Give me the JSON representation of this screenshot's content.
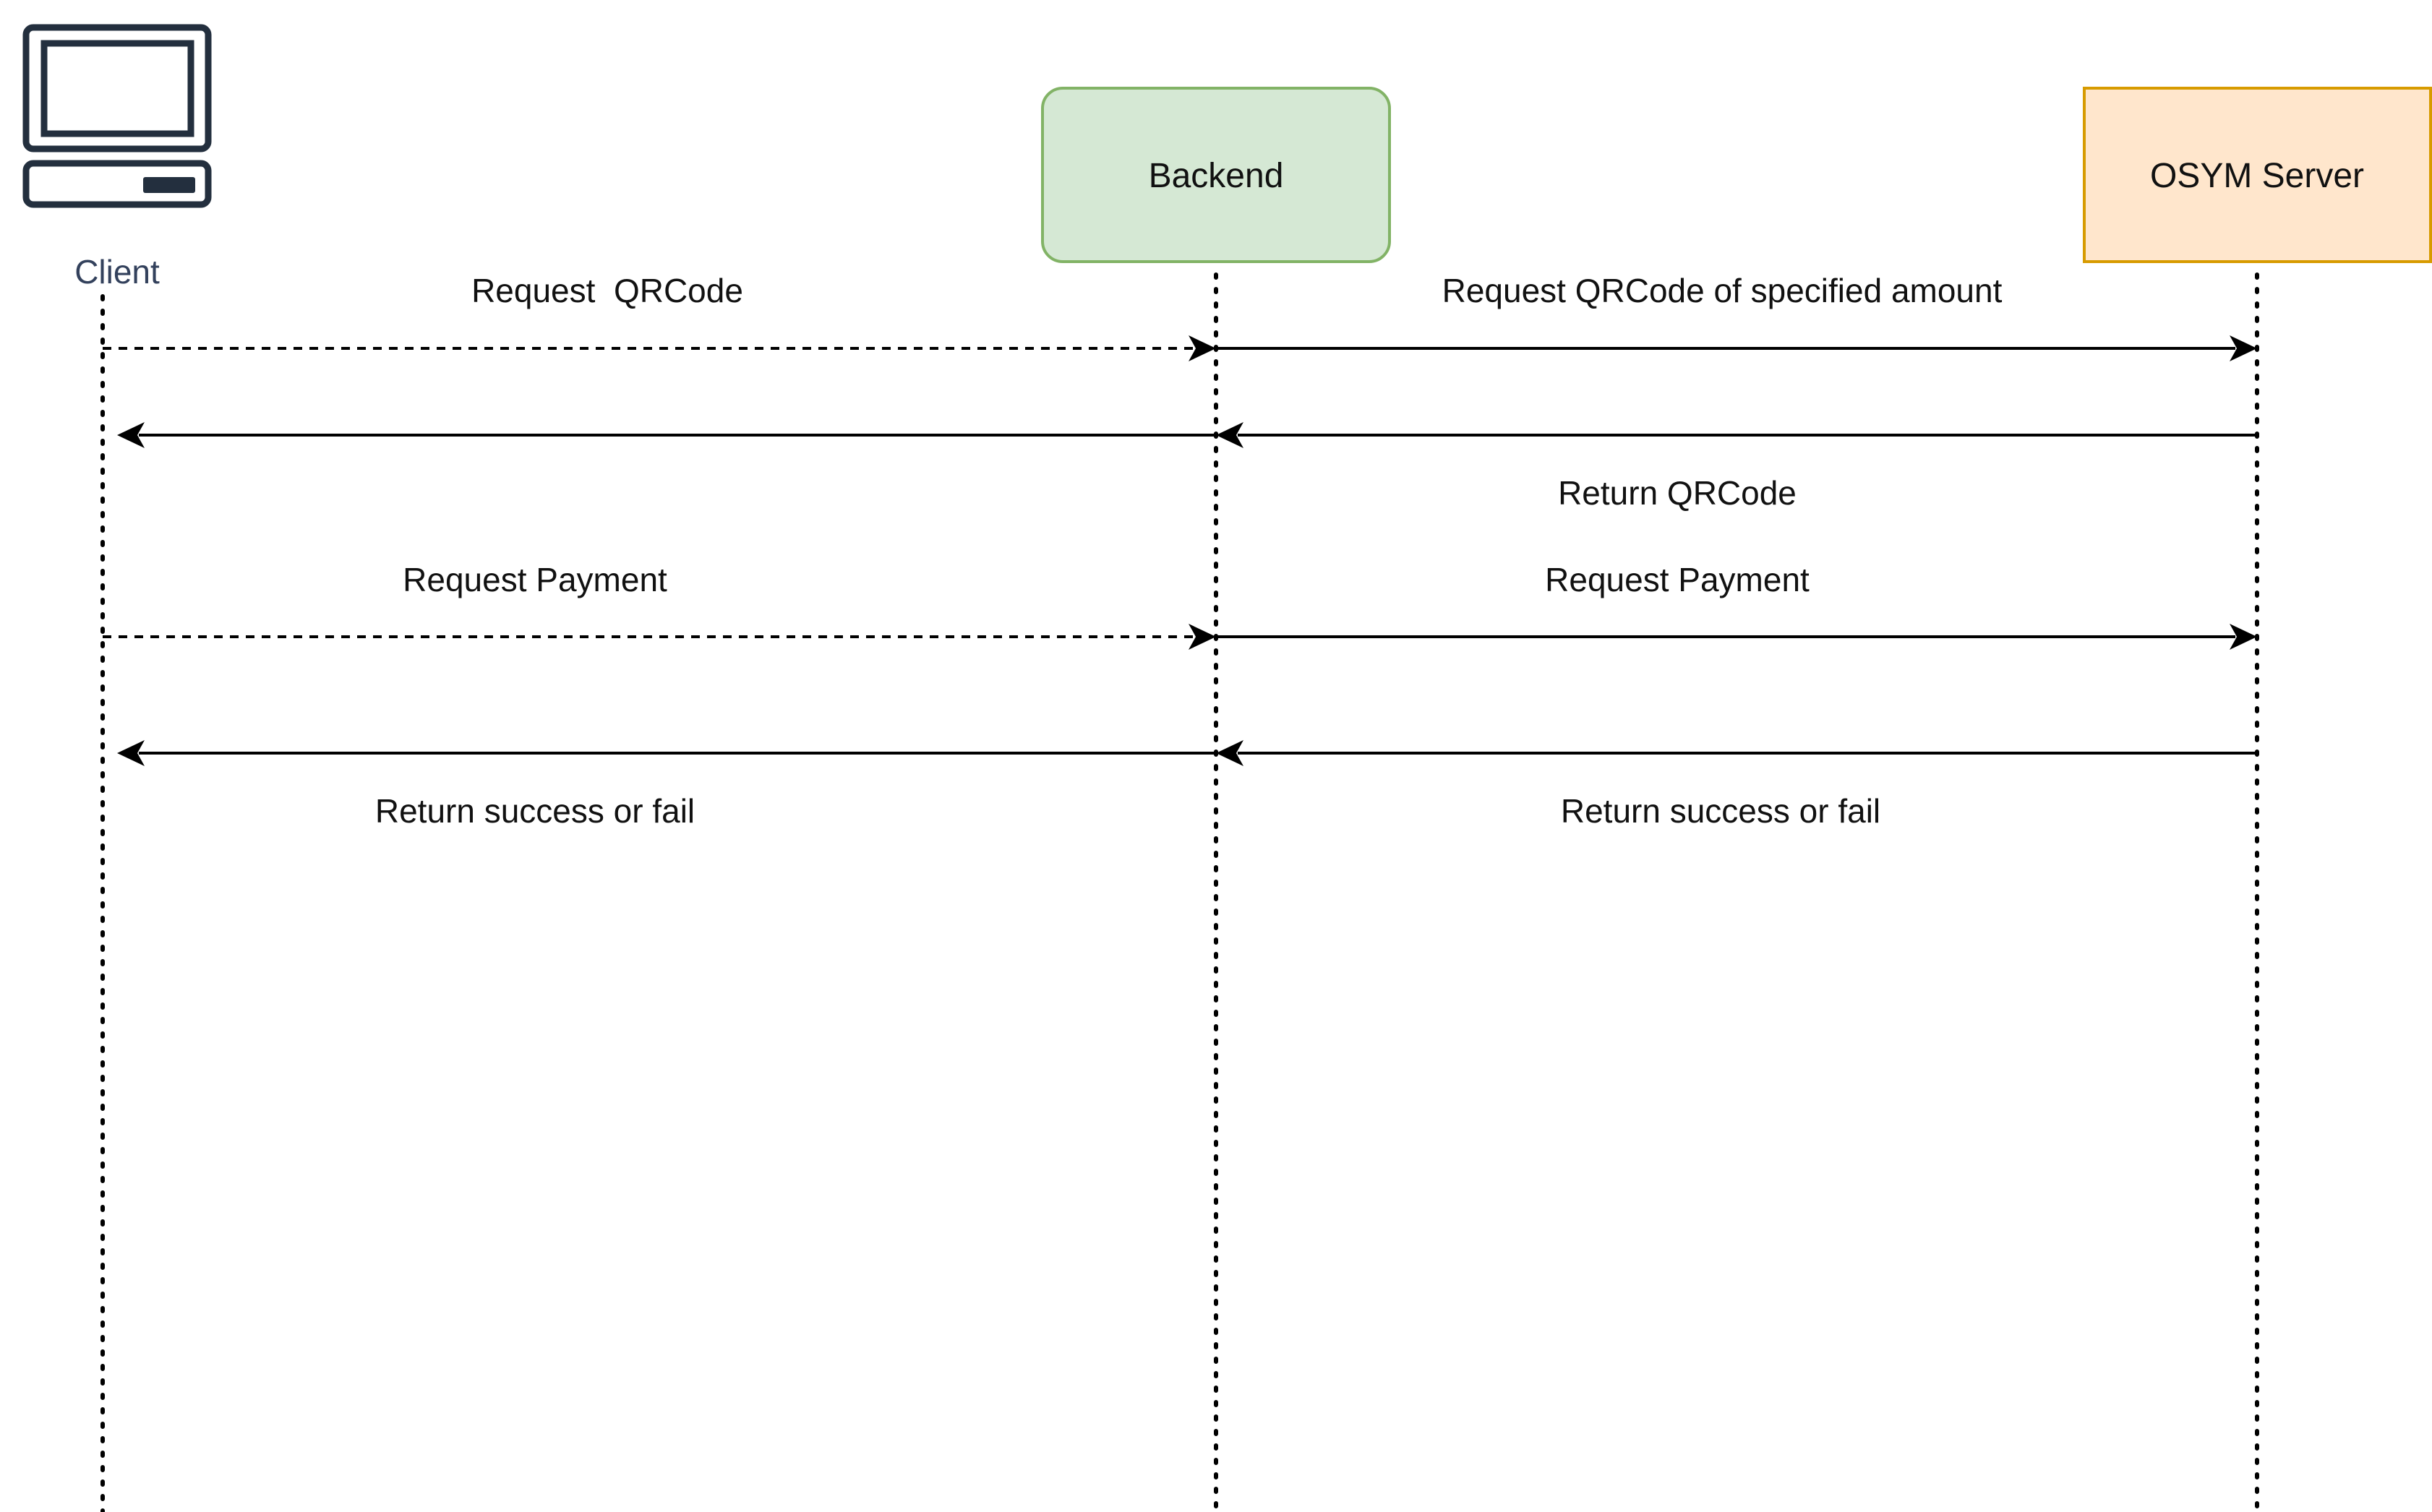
{
  "participants": {
    "client": {
      "label": "Client",
      "icon": "computer-icon"
    },
    "backend": {
      "label": "Backend",
      "fill": "#d5e8d4",
      "stroke": "#82b366"
    },
    "osym": {
      "label": "OSYM Server",
      "fill": "#ffe6cc",
      "stroke": "#d79b00"
    }
  },
  "messages": [
    {
      "from": "client",
      "to": "backend",
      "style": "dashed",
      "label": "Request  QRCode"
    },
    {
      "from": "backend",
      "to": "osym",
      "style": "solid",
      "label": "Request QRCode of specified amount"
    },
    {
      "from": "osym",
      "to": "backend",
      "style": "solid",
      "label": "Return QRCode"
    },
    {
      "from": "backend",
      "to": "client",
      "style": "solid",
      "label": ""
    },
    {
      "from": "client",
      "to": "backend",
      "style": "dashed",
      "label": "Request Payment"
    },
    {
      "from": "backend",
      "to": "osym",
      "style": "solid",
      "label": "Request Payment"
    },
    {
      "from": "osym",
      "to": "backend",
      "style": "solid",
      "label": "Return success or fail"
    },
    {
      "from": "backend",
      "to": "client",
      "style": "solid",
      "label": "Return success or fail"
    }
  ],
  "colors": {
    "line": "#000000",
    "icon": "#232f3e"
  }
}
